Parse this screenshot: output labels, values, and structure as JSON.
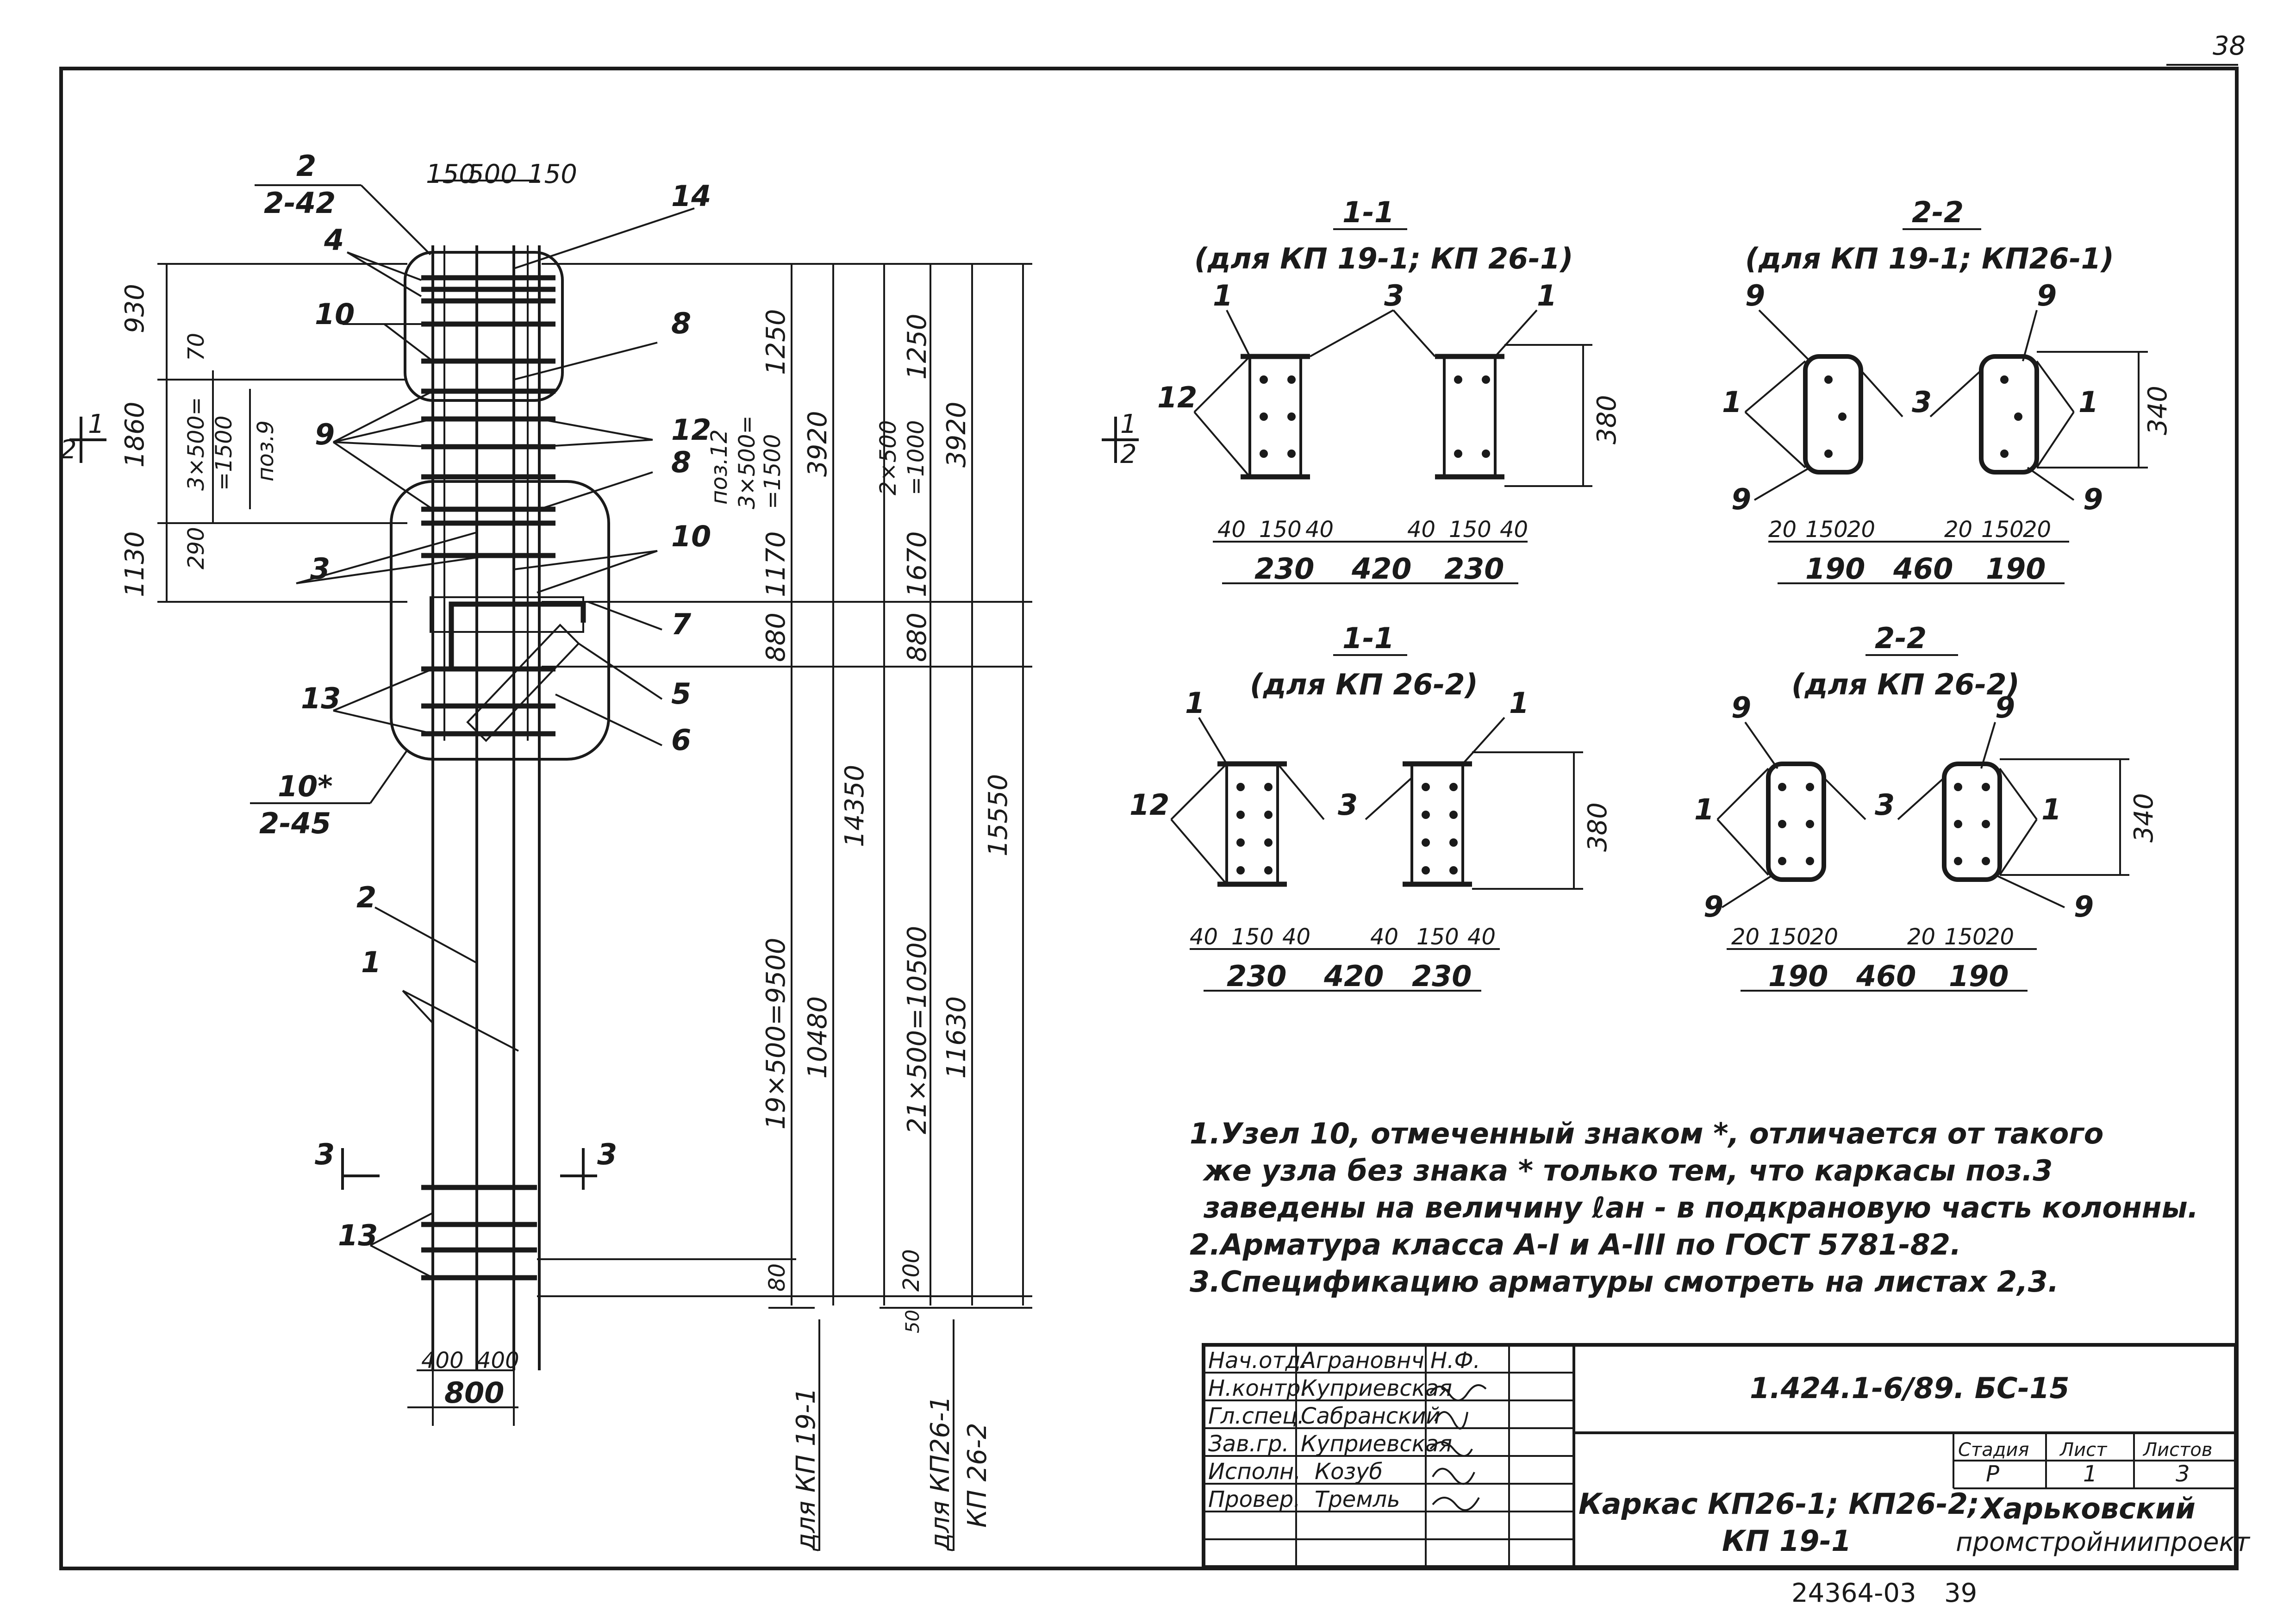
{
  "sheet_number_corner": "38",
  "bottom_code": "24364-03",
  "bottom_page": "39",
  "main_view": {
    "callout_2_top": "2",
    "callout_2_bottom": "2-42",
    "callout_10star_top": "10*",
    "callout_10star_bottom": "2-45",
    "top_dims": [
      "150",
      "500",
      "150"
    ],
    "bottom_dims_small": [
      "400",
      "400"
    ],
    "bottom_dim_total": "800",
    "left_dims": [
      "930",
      "70",
      "1860",
      "3×500=",
      "=1500",
      "поз.9",
      "290",
      "1130"
    ],
    "leaders": [
      "14",
      "4",
      "10",
      "8",
      "9",
      "12",
      "8",
      "3",
      "10",
      "7",
      "13",
      "5",
      "6",
      "2",
      "1",
      "13"
    ],
    "section_marks": {
      "mark_2": "2",
      "mark_1": "1",
      "mark_3_left": "3",
      "mark_3_right": "3",
      "mark_1b": "1",
      "mark_2b": "2"
    },
    "mid_dims": [
      "1250",
      "поз.12",
      "3×500=",
      "=1500",
      "3920",
      "1170",
      "880",
      "19×500=9500",
      "10480",
      "14350",
      "80"
    ],
    "right_dims": [
      "1250",
      "2×500",
      "=1000",
      "3920",
      "1670",
      "880",
      "21×500=10500",
      "11630",
      "15550",
      "200",
      "50"
    ],
    "caption_left": "для КП 19-1",
    "caption_right_1": "для КП26-1",
    "caption_right_2": "КП 26-2"
  },
  "sections": [
    {
      "title": "1-1",
      "subtitle": "(для КП 19-1; КП 26-1)",
      "labels": [
        "1",
        "3",
        "1",
        "12"
      ],
      "dims": [
        "40",
        "150",
        "40",
        "40",
        "150",
        "40",
        "230",
        "420",
        "230",
        "380"
      ]
    },
    {
      "title": "2-2",
      "subtitle": "(для КП 19-1; КП26-1)",
      "labels": [
        "9",
        "9",
        "1",
        "3",
        "1",
        "9",
        "9"
      ],
      "dims": [
        "20",
        "150",
        "20",
        "20",
        "150",
        "20",
        "190",
        "460",
        "190",
        "340"
      ]
    },
    {
      "title": "1-1",
      "subtitle": "(для КП 26-2)",
      "labels": [
        "1",
        "1",
        "12",
        "3"
      ],
      "dims": [
        "40",
        "150",
        "40",
        "40",
        "150",
        "40",
        "230",
        "420",
        "230",
        "380"
      ]
    },
    {
      "title": "2-2",
      "subtitle": "(для КП 26-2)",
      "labels": [
        "9",
        "9",
        "1",
        "3",
        "1",
        "9",
        "9"
      ],
      "dims": [
        "20",
        "150",
        "20",
        "20",
        "150",
        "20",
        "190",
        "460",
        "190",
        "340"
      ]
    }
  ],
  "notes": [
    "1.Узел 10, отмеченный знаком *, отличается от такого",
    "же узла без знака * только тем, что каркасы поз.3",
    "заведены на величину ℓан - в подкрановую часть колонны.",
    "2.Арматура класса А-I и А-III по ГОСТ 5781-82.",
    "3.Спецификацию арматуры смотреть на листах 2,3."
  ],
  "title_block": {
    "roles": [
      "Нач.отд.",
      "Н.контр.",
      "Гл.спец.",
      "Зав.гр.",
      "Исполн.",
      "Провер."
    ],
    "names": [
      "Аграновнч",
      "Куприевская",
      "Сабранский",
      "Куприевская",
      "Козуб",
      "Тремль"
    ],
    "signatures": [
      "Н.Ф.",
      "",
      "",
      "",
      "",
      ""
    ],
    "doc_code": "1.424.1-6/89. БС-15",
    "title": "Каркас КП26-1; КП26-2;",
    "title_line2": "КП 19-1",
    "stage_label": "Стадия",
    "sheet_label": "Лист",
    "sheets_label": "Листов",
    "stage": "Р",
    "sheet": "1",
    "sheets": "3",
    "org_line1": "Харьковский",
    "org_line2": "промстройниипроект"
  }
}
